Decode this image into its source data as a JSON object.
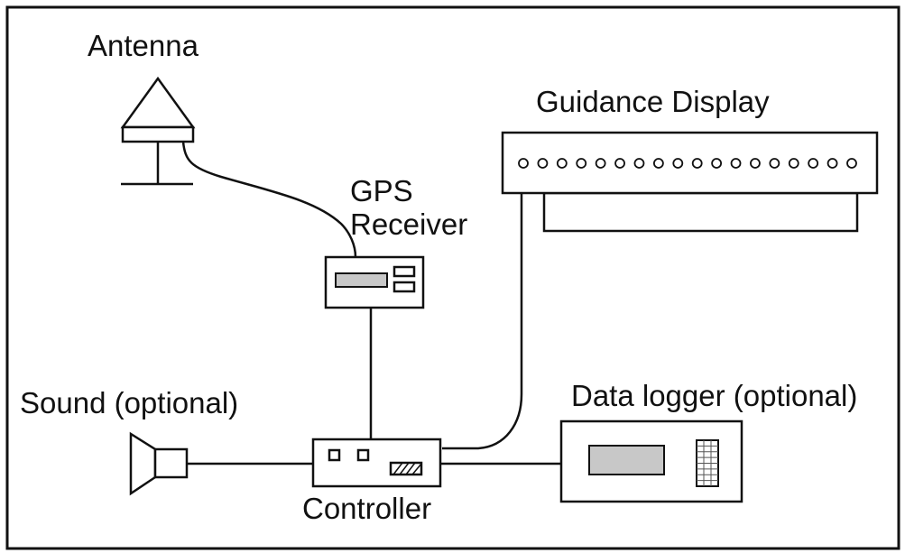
{
  "labels": {
    "antenna": "Antenna",
    "guidance_display": "Guidance Display",
    "gps_line1": "GPS",
    "gps_line2": "Receiver",
    "sound": "Sound (optional)",
    "data_logger": "Data logger (optional)",
    "controller": "Controller"
  },
  "guidance_display_led_count": 18,
  "colors": {
    "line": "#111111",
    "screen_fill": "#c8c8c8",
    "background": "#ffffff"
  }
}
